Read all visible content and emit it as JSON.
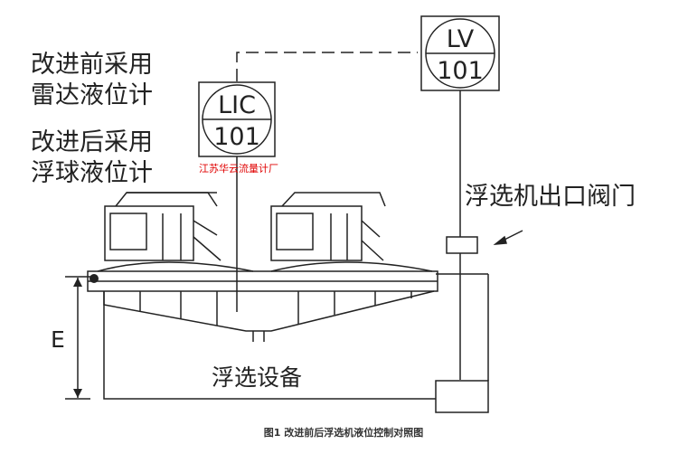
{
  "annotations": {
    "before_line1": "改进前采用",
    "before_line2": "雷达液位计",
    "after_line1": "改进后采用",
    "after_line2": "浮球液位计",
    "valve": "浮选机出口阀门",
    "equipment": "浮选设备",
    "height_label": "E"
  },
  "instruments": {
    "controller": {
      "tag": "LIC",
      "number": "101"
    },
    "valve": {
      "tag": "LV",
      "number": "101"
    }
  },
  "watermark": "江苏华云流量计厂",
  "caption": "图1 改进前后浮选机液位控制对照图",
  "colors": {
    "line": "#222222",
    "watermark": "#e00000",
    "caption": "#333333"
  }
}
